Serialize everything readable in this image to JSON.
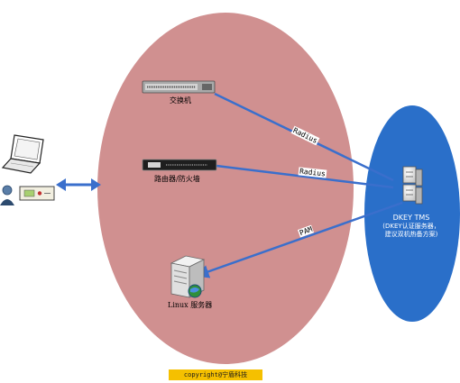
{
  "nodes": {
    "switch": {
      "label": "交换机"
    },
    "router": {
      "label": "路由器/防火墙"
    },
    "linux": {
      "label": "Linux 服务器"
    },
    "tms": {
      "title": "DKEY TMS",
      "subtitle_line1": "(DKEY认证服务器，",
      "subtitle_line2": "建议双机热备方案)"
    }
  },
  "edges": [
    {
      "from": "tms",
      "to": "switch",
      "label": "Radius"
    },
    {
      "from": "tms",
      "to": "router",
      "label": "Radius"
    },
    {
      "from": "tms",
      "to": "linux",
      "label": "PAM"
    }
  ],
  "footer": {
    "copyright": "copyright@宁盾科技"
  },
  "colors": {
    "network_zone": "#d09090",
    "tms_zone": "#2a6fc9",
    "link": "#3a6fcc",
    "footer_bg": "#f5c000"
  }
}
